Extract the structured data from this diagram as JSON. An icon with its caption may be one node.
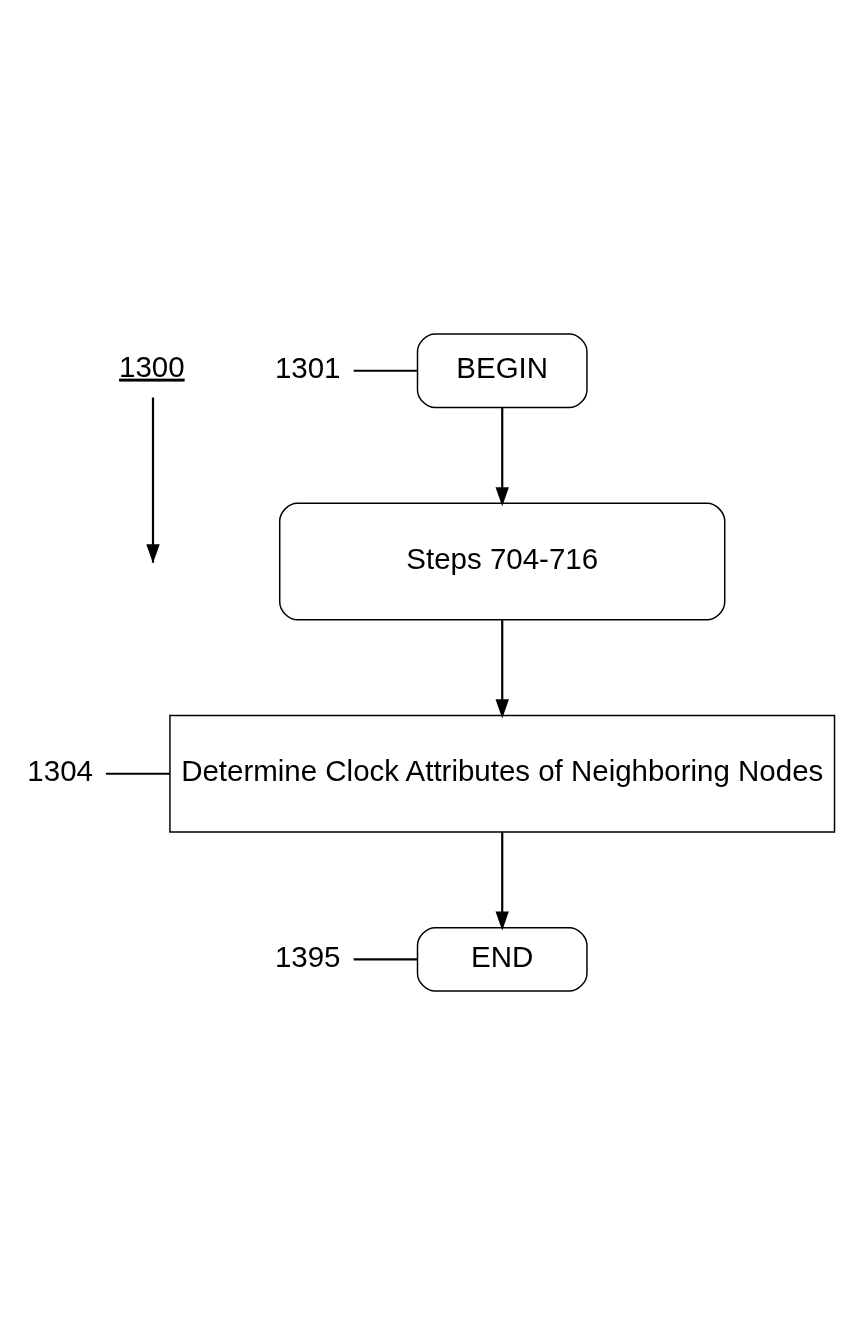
{
  "diagram": {
    "nodes": [
      {
        "text": [
          "1300"
        ]
      },
      {
        "text": [
          "1301"
        ]
      },
      {
        "text": [
          "BEGIN"
        ]
      },
      {
        "text": [
          "Steps 704-716"
        ]
      },
      {
        "text": [
          "1304"
        ]
      },
      {
        "text": [
          "Determine Clock Attributes of Neighboring Nodes"
        ]
      },
      {
        "text": [
          "1395"
        ]
      },
      {
        "text": [
          "END"
        ]
      }
    ],
    "edges": [
      {
        "from": 2,
        "to": 3,
        "arrow": "to"
      },
      {
        "from": 3,
        "to": 5,
        "arrow": "to"
      },
      {
        "from": 5,
        "to": 7,
        "arrow": "to"
      },
      {
        "from": 1,
        "to": 2,
        "arrow": "none"
      },
      {
        "from": 4,
        "to": 5,
        "arrow": "none"
      },
      {
        "from": 6,
        "to": 7,
        "arrow": "none"
      },
      {
        "from": 0,
        "to": null,
        "arrow": "to"
      }
    ]
  }
}
